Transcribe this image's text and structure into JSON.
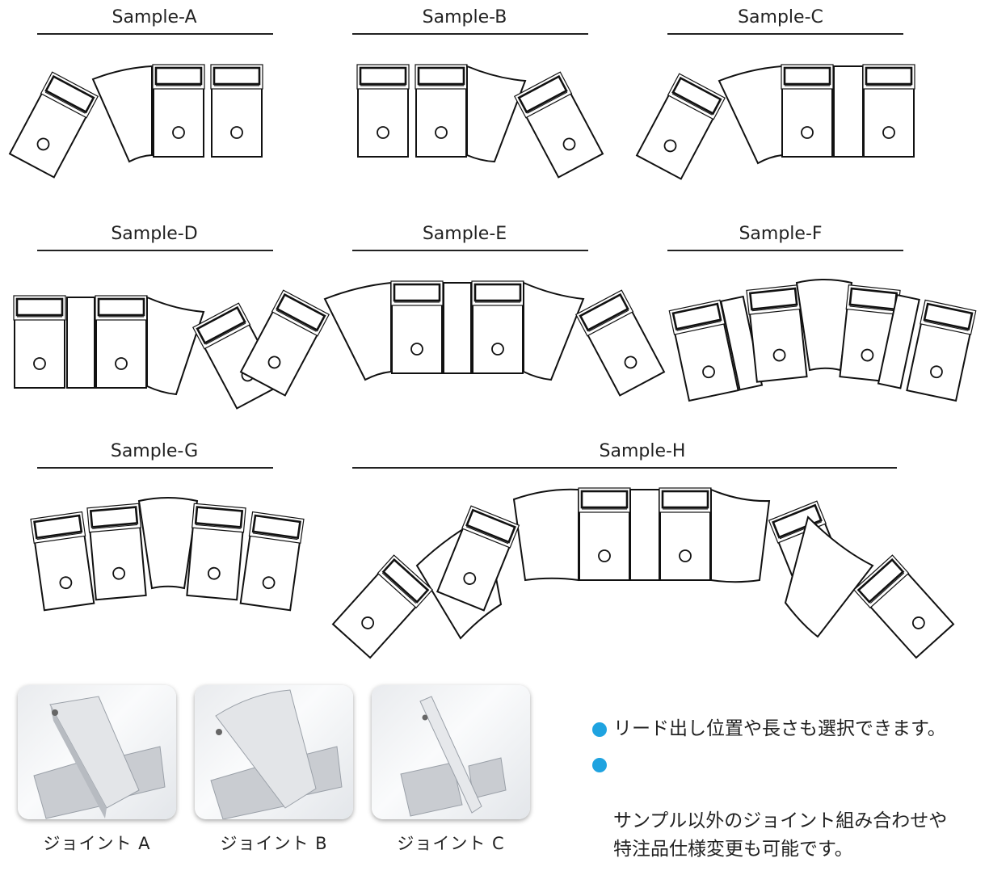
{
  "samples": [
    {
      "name": "Sample-A"
    },
    {
      "name": "Sample-B"
    },
    {
      "name": "Sample-C"
    },
    {
      "name": "Sample-D"
    },
    {
      "name": "Sample-E"
    },
    {
      "name": "Sample-F"
    },
    {
      "name": "Sample-G"
    },
    {
      "name": "Sample-H"
    }
  ],
  "joints": [
    {
      "label": "ジョイント A"
    },
    {
      "label": "ジョイント B"
    },
    {
      "label": "ジョイント C"
    }
  ],
  "notes": [
    "リード出し位置や長さも選択できます。",
    "サンプル以外のジョイント組み合わせや\n特注品仕様変更も可能です。"
  ],
  "colors": {
    "bullet": "#1fa3e0",
    "line": "#111111"
  },
  "icons": {
    "bullet": "blue-circle-bullet"
  }
}
